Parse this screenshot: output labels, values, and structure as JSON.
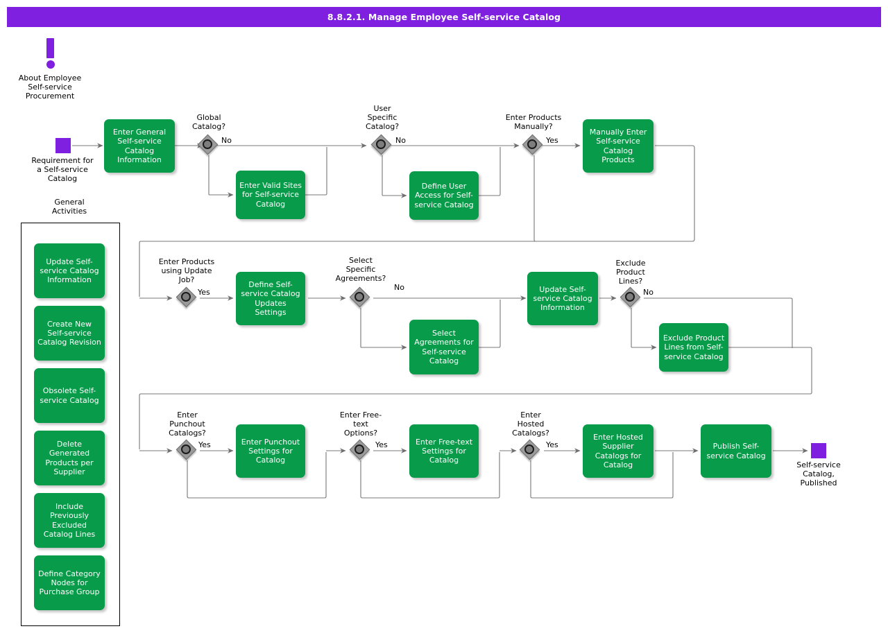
{
  "header": {
    "title": "8.8.2.1. Manage Employee Self-service Catalog",
    "bar_color": "#7F1FE0"
  },
  "colors": {
    "task_green": "#089B4A",
    "event_purple": "#7F1FE0",
    "gateway_gray": "#9B9B9B",
    "connector_gray": "#777777",
    "text_white": "#FFFFFF",
    "text_black": "#000000"
  },
  "annotations": {
    "about_note": "About Employee\nSelf-service\nProcurement",
    "general_activities_caption": "General\nActivities"
  },
  "events": {
    "start": {
      "label": "Requirement for\na Self-service\nCatalog",
      "icon": "start-event-square"
    },
    "end": {
      "label": "Self-service\nCatalog,\nPublished",
      "icon": "end-event-square"
    }
  },
  "general_activities": [
    {
      "label": "Update Self-\nservice Catalog\nInformation"
    },
    {
      "label": "Create New\nSelf-service\nCatalog Revision"
    },
    {
      "label": "Obsolete Self-\nservice Catalog"
    },
    {
      "label": "Delete\nGenerated\nProducts per\nSupplier"
    },
    {
      "label": "Include\nPreviously\nExcluded\nCatalog Lines"
    },
    {
      "label": "Define Category\nNodes for\nPurchase Group"
    }
  ],
  "tasks": [
    {
      "id": "t-enter-general",
      "label": "Enter General\nSelf-service\nCatalog\nInformation"
    },
    {
      "id": "t-valid-sites",
      "label": "Enter Valid Sites\nfor Self-service\nCatalog"
    },
    {
      "id": "t-user-access",
      "label": "Define User\nAccess for Self-\nservice Catalog"
    },
    {
      "id": "t-manual-products",
      "label": "Manually Enter\nSelf-service\nCatalog\nProducts"
    },
    {
      "id": "t-update-settings",
      "label": "Define Self-\nservice Catalog\nUpdates Settings"
    },
    {
      "id": "t-select-agreements",
      "label": "Select\nAgreements for\nSelf-service\nCatalog"
    },
    {
      "id": "t-update-info",
      "label": "Update Self-\nservice Catalog\nInformation"
    },
    {
      "id": "t-exclude-lines",
      "label": "Exclude Product\nLines from Self-\nservice Catalog"
    },
    {
      "id": "t-punchout",
      "label": "Enter Punchout\nSettings for\nCatalog"
    },
    {
      "id": "t-freetext",
      "label": "Enter Free-text\nSettings for\nCatalog"
    },
    {
      "id": "t-hosted",
      "label": "Enter Hosted\nSupplier\nCatalogs for\nCatalog"
    },
    {
      "id": "t-publish",
      "label": "Publish Self-\nservice Catalog"
    }
  ],
  "gateways": [
    {
      "id": "g-global",
      "question": "Global\nCatalog?",
      "flow_label": "No"
    },
    {
      "id": "g-userspec",
      "question": "User\nSpecific\nCatalog?",
      "flow_label": "No"
    },
    {
      "id": "g-manual",
      "question": "Enter Products\nManually?",
      "flow_label": "Yes"
    },
    {
      "id": "g-updatejob",
      "question": "Enter Products\nusing Update\nJob?",
      "flow_label": "Yes"
    },
    {
      "id": "g-agreements",
      "question": "Select\nSpecific\nAgreements?",
      "flow_label": "No"
    },
    {
      "id": "g-exclude",
      "question": "Exclude\nProduct\nLines?",
      "flow_label": "No"
    },
    {
      "id": "g-punchout",
      "question": "Enter\nPunchout\nCatalogs?",
      "flow_label": "Yes"
    },
    {
      "id": "g-freetext",
      "question": "Enter Free-\ntext\nOptions?",
      "flow_label": "Yes"
    },
    {
      "id": "g-hosted",
      "question": "Enter\nHosted\nCatalogs?",
      "flow_label": "Yes"
    }
  ]
}
